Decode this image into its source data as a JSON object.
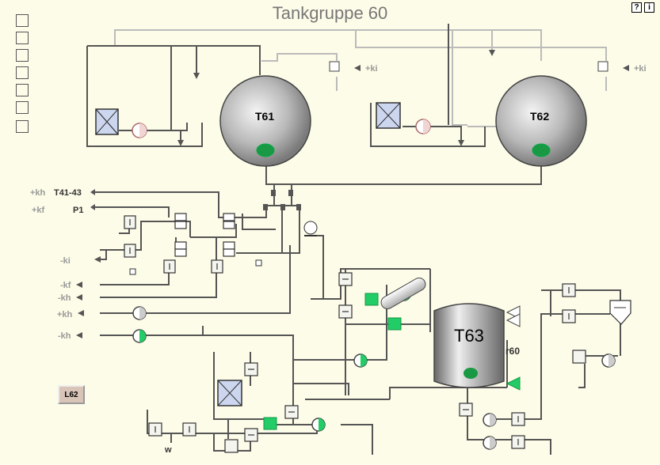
{
  "window": {
    "title": "Tankgruppe 60"
  },
  "corner_icons": [
    {
      "name": "help-icon",
      "glyph": "?"
    },
    {
      "name": "info-icon",
      "glyph": "i"
    }
  ],
  "side_buttons_count": 7,
  "button_l62": "L62",
  "tanks": {
    "t61": "T61",
    "t62": "T62",
    "t63": "T63"
  },
  "level_label": "r60",
  "connections": {
    "ki_top_left": "+ki",
    "ki_top_right": "+ki",
    "kh_in": "+kh",
    "kf_in": "+kf",
    "t41_43": "T41-43",
    "p1": "P1",
    "ki_out": "-ki",
    "kf_out": "-kf",
    "kh_out": "-kh",
    "kh_in2": "+kh",
    "kh_out2": "-kh",
    "w": "w"
  },
  "colors": {
    "background": "#fdfce8",
    "pipe": "#555555",
    "pipe_light": "#bbbbbb",
    "active": "#22cc66",
    "tank_dark": "#555555",
    "tank_light": "#eeeeee"
  }
}
